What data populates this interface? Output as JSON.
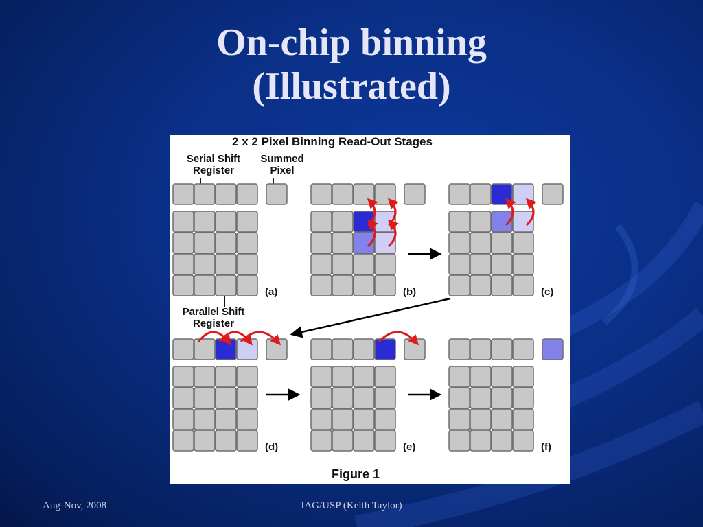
{
  "slide": {
    "title_line1": "On-chip binning",
    "title_line2": "(Illustrated)"
  },
  "figure": {
    "heading": "2 x 2 Pixel Binning Read-Out Stages",
    "caption": "Figure 1",
    "label_serial_line1": "Serial Shift",
    "label_serial_line2": "Register",
    "label_summed_line1": "Summed",
    "label_summed_line2": "Pixel",
    "label_parallel_line1": "Parallel Shift",
    "label_parallel_line2": "Register",
    "panels": [
      {
        "label": "(a)"
      },
      {
        "label": "(b)"
      },
      {
        "label": "(c)"
      },
      {
        "label": "(d)"
      },
      {
        "label": "(e)"
      },
      {
        "label": "(f)"
      }
    ],
    "colors": {
      "cell_gray": "#c8c8c8",
      "cell_border": "#6e6e6e",
      "pixel_dark_blue": "#2b2bd6",
      "pixel_mid_blue": "#8282ea",
      "pixel_light_blue": "#cfcff5",
      "arrow_red": "#e01a1a"
    }
  },
  "footer": {
    "left": "Aug-Nov, 2008",
    "center": "IAG/USP (Keith Taylor)"
  }
}
